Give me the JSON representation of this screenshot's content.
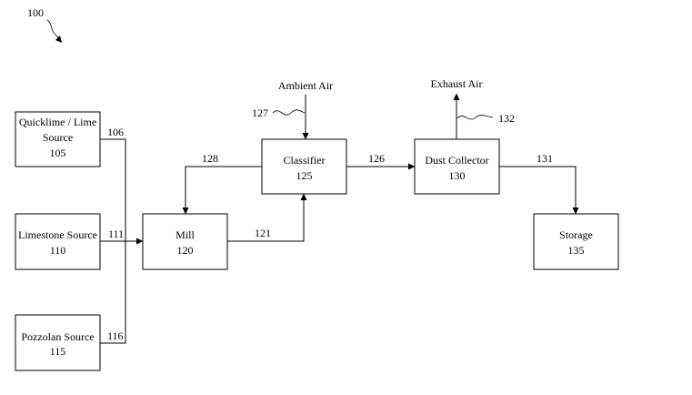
{
  "figure_ref": "100",
  "blocks": {
    "quicklime": {
      "line1": "Quicklime / Lime",
      "line2": "Source",
      "ref": "105"
    },
    "limestone": {
      "line1": "Limestone Source",
      "ref": "110"
    },
    "pozzolan": {
      "line1": "Pozzolan Source",
      "ref": "115"
    },
    "mill": {
      "line1": "Mill",
      "ref": "120"
    },
    "classifier": {
      "line1": "Classifier",
      "ref": "125"
    },
    "dust_collector": {
      "line1": "Dust Collector",
      "ref": "130"
    },
    "storage": {
      "line1": "Storage",
      "ref": "135"
    }
  },
  "stream_labels": {
    "s106": "106",
    "s111": "111",
    "s116": "116",
    "s121": "121",
    "s126": "126",
    "s127": "127",
    "s128": "128",
    "s131": "131",
    "s132": "132"
  },
  "flow_labels": {
    "ambient_air": "Ambient Air",
    "exhaust_air": "Exhaust Air"
  }
}
